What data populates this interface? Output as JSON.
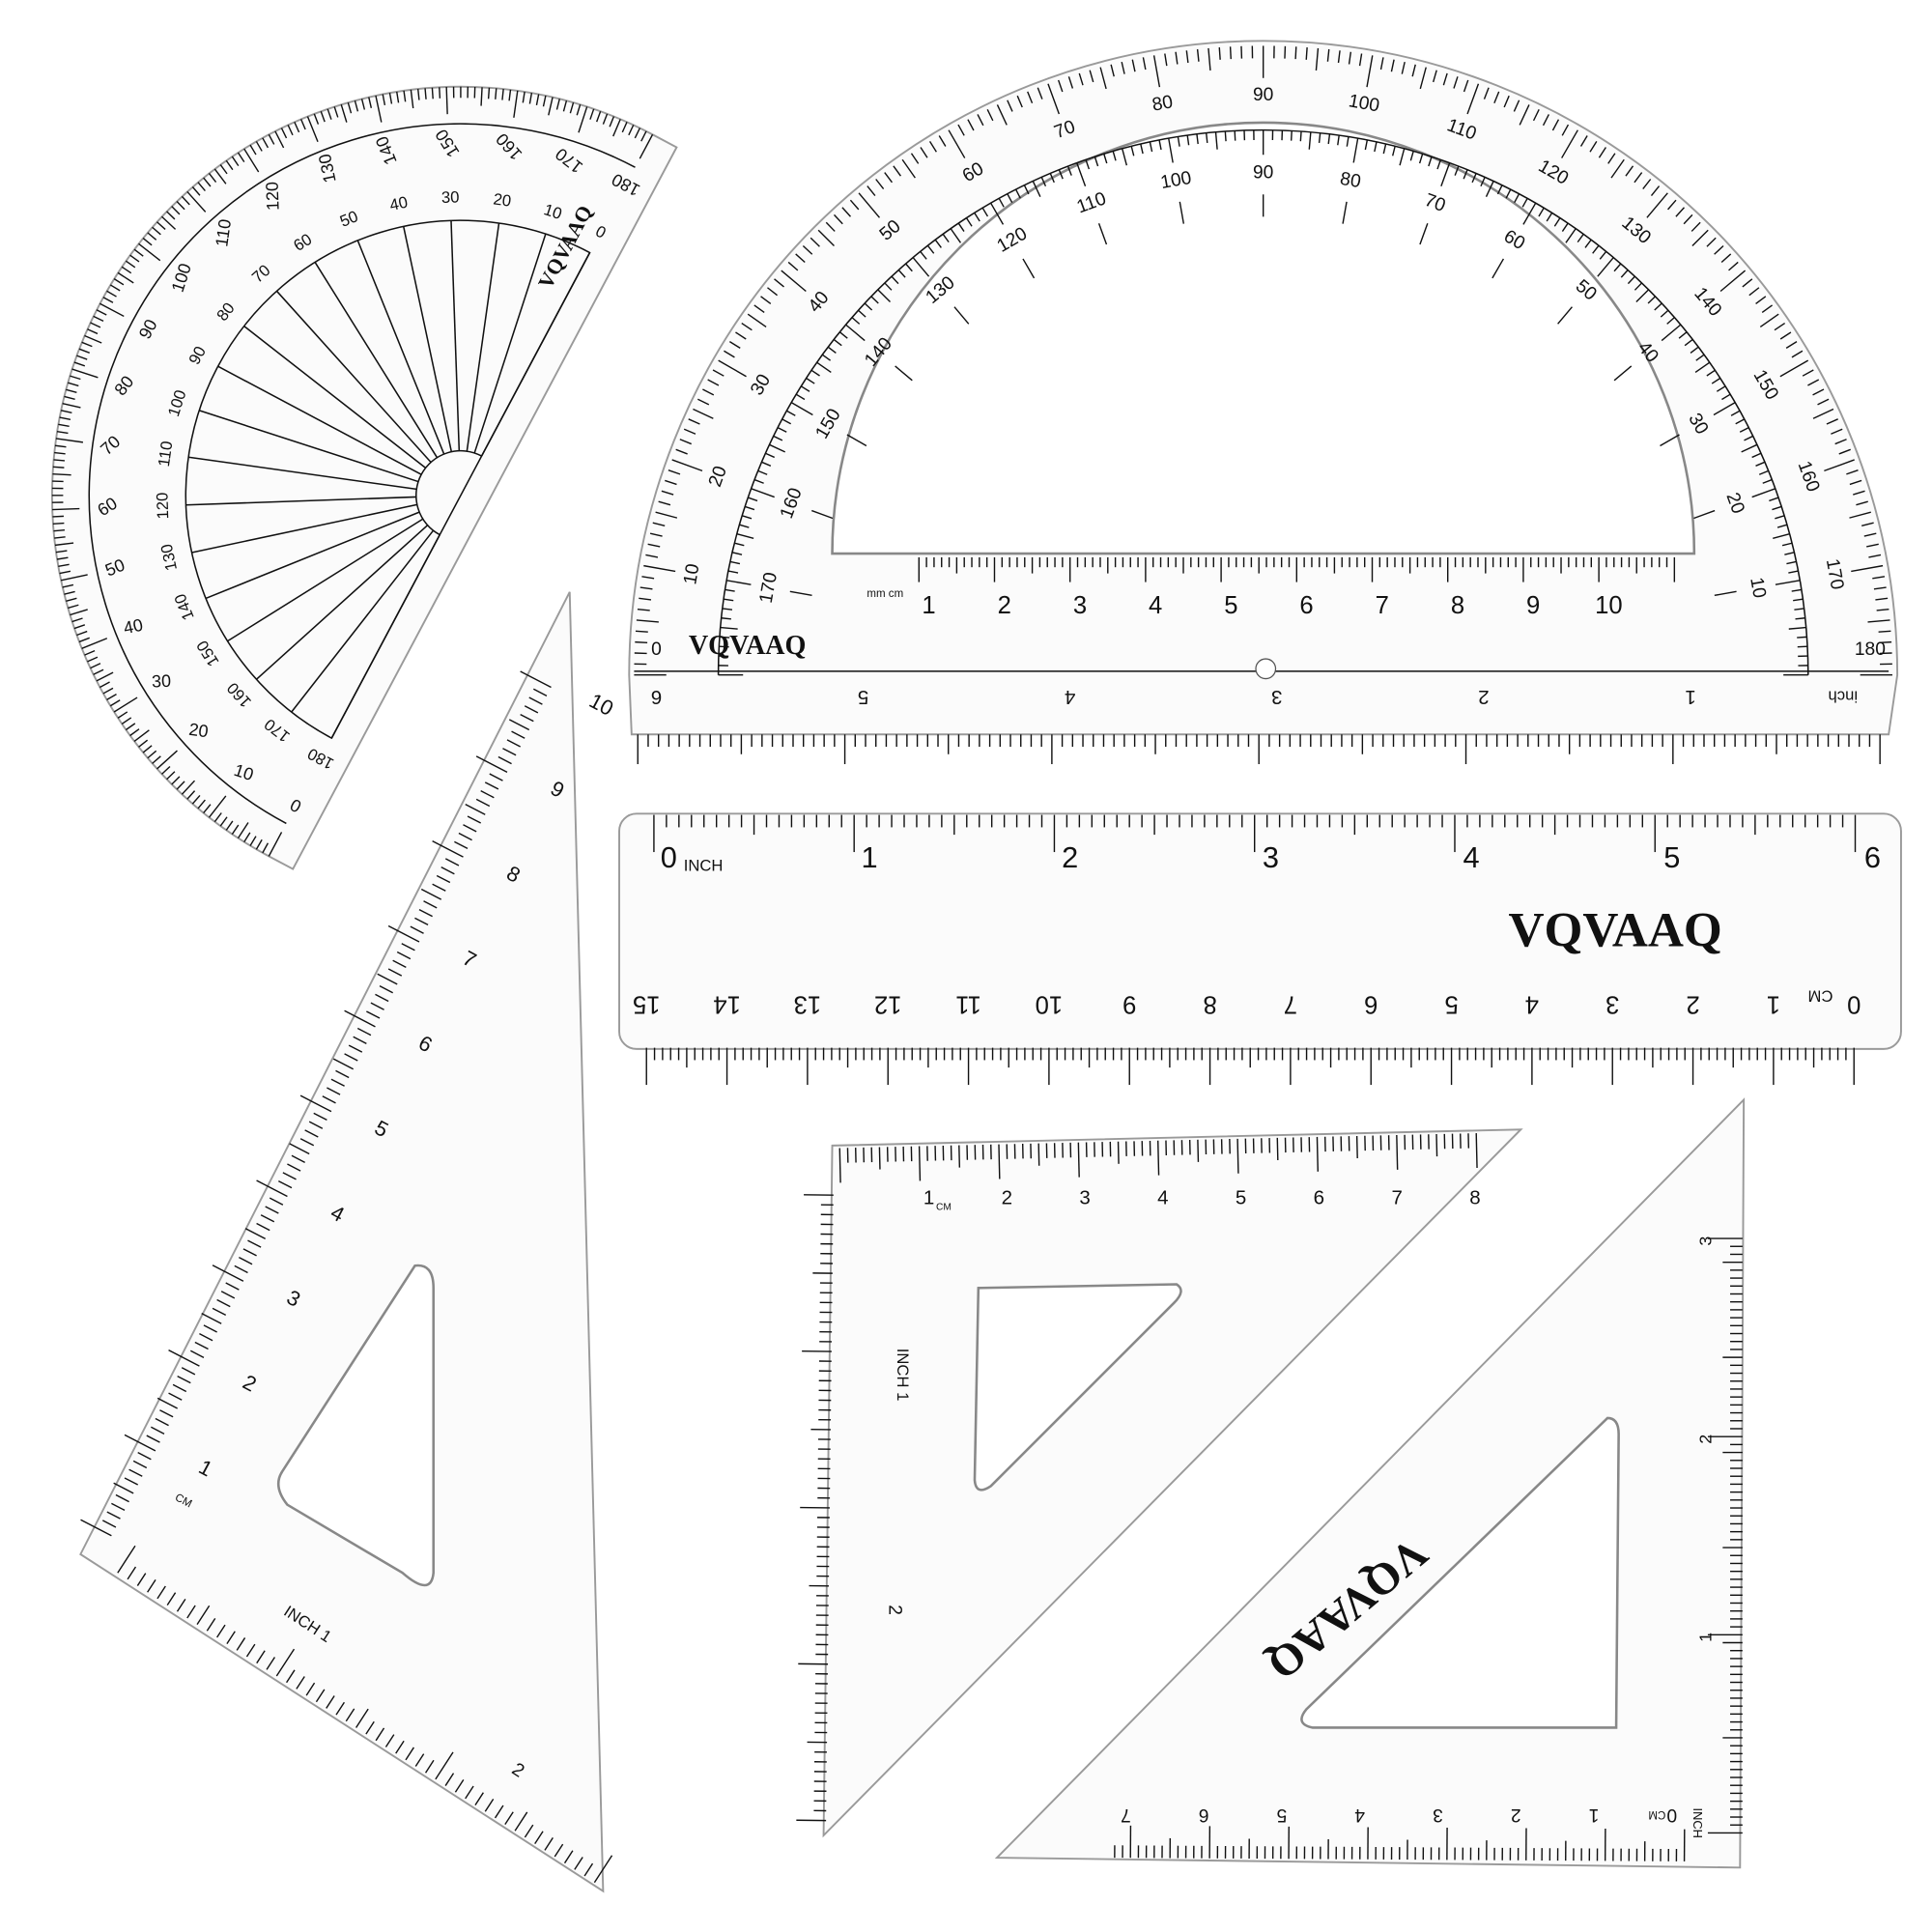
{
  "brand": "VQVAAQ",
  "small_protractor": {
    "outer_scale": [
      "0",
      "10",
      "20",
      "30",
      "40",
      "50",
      "60",
      "70",
      "80",
      "90",
      "100",
      "110",
      "120",
      "130",
      "140",
      "150",
      "160",
      "170",
      "180"
    ],
    "inner_scale": [
      "0",
      "10",
      "20",
      "30",
      "40",
      "50",
      "60",
      "70",
      "80",
      "90",
      "100",
      "110",
      "120",
      "130",
      "140",
      "150",
      "160",
      "170",
      "180"
    ]
  },
  "large_protractor": {
    "outer_scale": [
      "0",
      "10",
      "20",
      "30",
      "40",
      "50",
      "60",
      "70",
      "80",
      "90",
      "100",
      "110",
      "120",
      "130",
      "140",
      "150",
      "160",
      "170",
      "180"
    ],
    "inner_scale": [
      "10",
      "20",
      "30",
      "40",
      "50",
      "60",
      "70",
      "80",
      "90",
      "100",
      "110",
      "120",
      "130",
      "140",
      "150",
      "160",
      "170"
    ],
    "cm_unit": "mm cm",
    "cm_scale": [
      "1",
      "2",
      "3",
      "4",
      "5",
      "6",
      "7",
      "8",
      "9",
      "10"
    ],
    "inch_unit": "inch",
    "inch_scale": [
      "1",
      "2",
      "3",
      "4",
      "5",
      "6"
    ]
  },
  "straight_ruler": {
    "inch_unit": "INCH",
    "inch_scale": [
      "0",
      "1",
      "2",
      "3",
      "4",
      "5",
      "6"
    ],
    "cm_unit": "CM",
    "cm_scale": [
      "0",
      "1",
      "2",
      "3",
      "4",
      "5",
      "6",
      "7",
      "8",
      "9",
      "10",
      "11",
      "12",
      "13",
      "14",
      "15"
    ]
  },
  "left_set_square": {
    "cm_unit": "CM",
    "cm_scale": [
      "1",
      "2",
      "3",
      "4",
      "5",
      "6",
      "7",
      "8",
      "9",
      "10"
    ],
    "inch_unit": "INCH",
    "inch_scale": [
      "1",
      "2"
    ]
  },
  "middle_set_square": {
    "cm_unit": "CM",
    "cm_scale": [
      "1",
      "2",
      "3",
      "4",
      "5",
      "6",
      "7",
      "8"
    ],
    "inch_unit": "INCH",
    "inch_scale": [
      "1",
      "2"
    ]
  },
  "right_set_square": {
    "cm_unit": "CM",
    "cm_scale": [
      "0",
      "1",
      "2",
      "3",
      "4",
      "5",
      "6",
      "7"
    ],
    "inch_unit": "INCH",
    "inch_scale": [
      "1",
      "2",
      "3"
    ]
  }
}
